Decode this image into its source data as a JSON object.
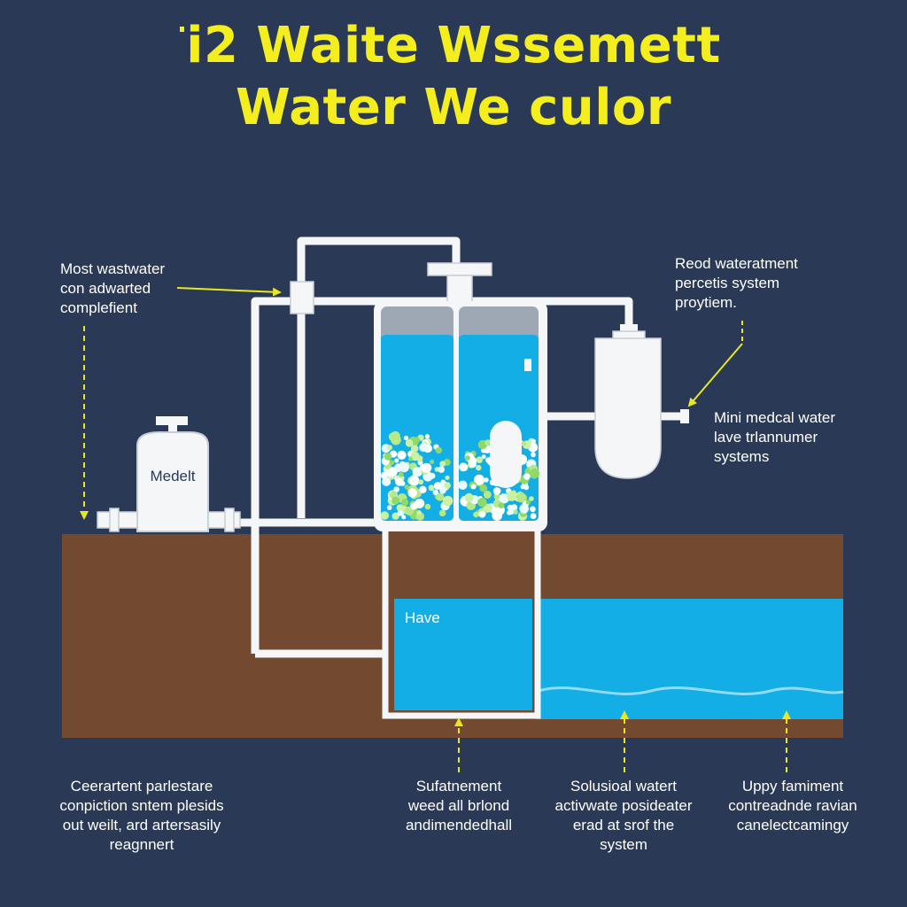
{
  "title": {
    "line1": "i2 Waite Wssemett",
    "line2": "Water We culor"
  },
  "labels": {
    "top_left": [
      "Most wastwater",
      "con adwarted",
      "complefient"
    ],
    "top_right": [
      "Reod wateratment",
      "percetis system",
      "proytiem."
    ],
    "right": [
      "Mini medcal water",
      "lave trlannumer",
      "systems"
    ],
    "tank_label": "Medelt",
    "pool_label": "Have",
    "bottom_1": [
      "Ceerartent parlestare",
      "conpiction sntem plesids",
      "out weilt, ard artersasily",
      "reagnnert"
    ],
    "bottom_2": [
      "Sufatnement",
      "weed all brlond",
      "andimendedhall"
    ],
    "bottom_3": [
      "Solusioal watert",
      "activwate posideater",
      "erad at srof the",
      "system"
    ],
    "bottom_4": [
      "Uppy famiment",
      "contreadnde ravian",
      "canelectcamingy"
    ]
  },
  "colors": {
    "background": "#2a3a56",
    "title": "#f5ee1f",
    "soil": "#734a30",
    "water": "#14aee6",
    "pipe": "#f4f6f8",
    "arrow": "#e9e820"
  },
  "icons": [
    "bubble-particle-icon",
    "arrow-icon"
  ]
}
